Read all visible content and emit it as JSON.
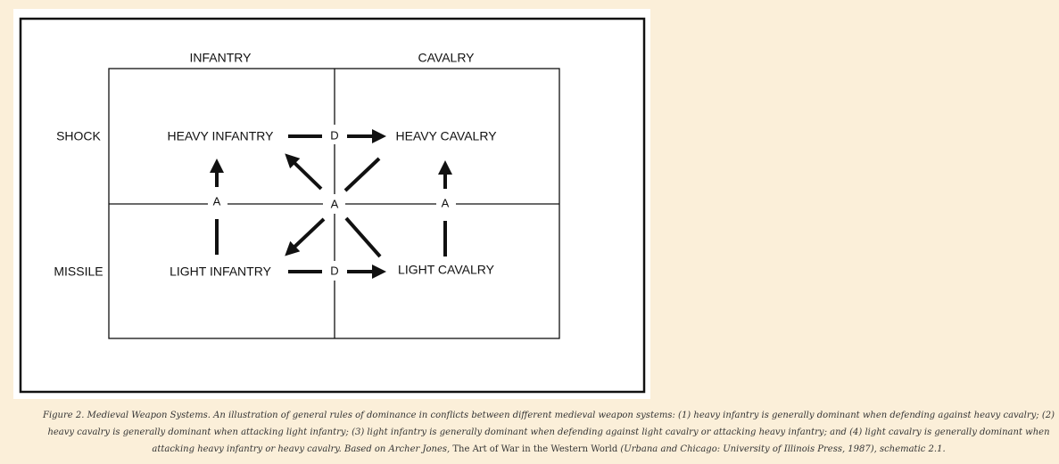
{
  "diagram": {
    "columns": [
      "INFANTRY",
      "CAVALRY"
    ],
    "rows": [
      "SHOCK",
      "MISSILE"
    ],
    "cells": {
      "heavy_infantry": "HEAVY INFANTRY",
      "heavy_cavalry": "HEAVY CAVALRY",
      "light_infantry": "LIGHT INFANTRY",
      "light_cavalry": "LIGHT CAVALRY"
    },
    "defend_marker": "D",
    "attack_marker": "A"
  },
  "caption": {
    "part1": "Figure 2.  Medieval Weapon Systems. An illustration of general rules of dominance in conflicts between different medieval weapon systems: (1) heavy infantry is generally dominant when defending against heavy cavalry; (2) heavy cavalry is generally dominant when attacking light infantry; (3) light infantry is generally dominant when defending against light cavalry or attacking heavy infantry; and (4) light cavalry is generally dominant when attacking heavy infantry or heavy cavalry. Based on Archer Jones, ",
    "book_title": "The Art of War in the Western World",
    "part2": " (Urbana and Chicago: University of Illinois Press, 1987), schematic 2.1."
  }
}
